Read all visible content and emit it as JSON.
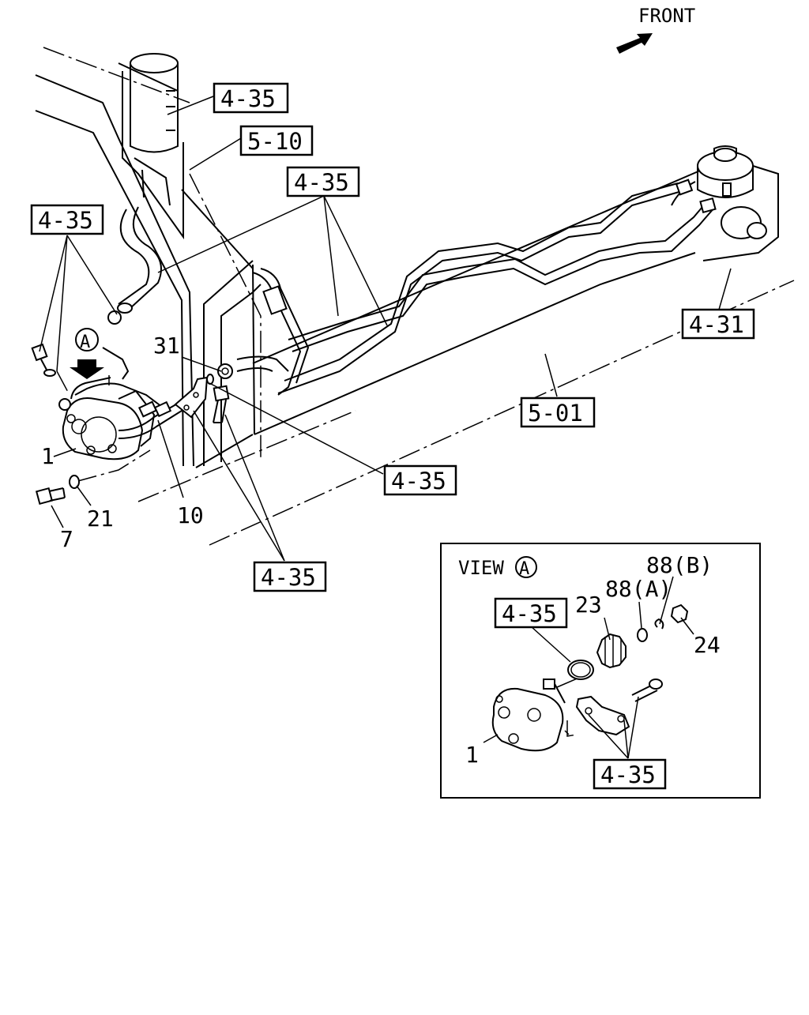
{
  "front_label": "FRONT",
  "view_title": "VIEW",
  "view_marker": "A",
  "callout_marker": "A",
  "ref_boxes": {
    "r1": "4-35",
    "r2": "5-10",
    "r3": "4-35",
    "r4": "4-35",
    "r5": "4-31",
    "r6": "5-01",
    "r7": "4-35",
    "r8": "4-35",
    "r9": "4-35",
    "r10": "4-35"
  },
  "part_numbers": {
    "p1_main": "1",
    "p7": "7",
    "p21": "21",
    "p10": "10",
    "p31": "31",
    "p1_view": "1",
    "p23": "23",
    "p88a": "88(A)",
    "p88b": "88(B)",
    "p24": "24"
  }
}
